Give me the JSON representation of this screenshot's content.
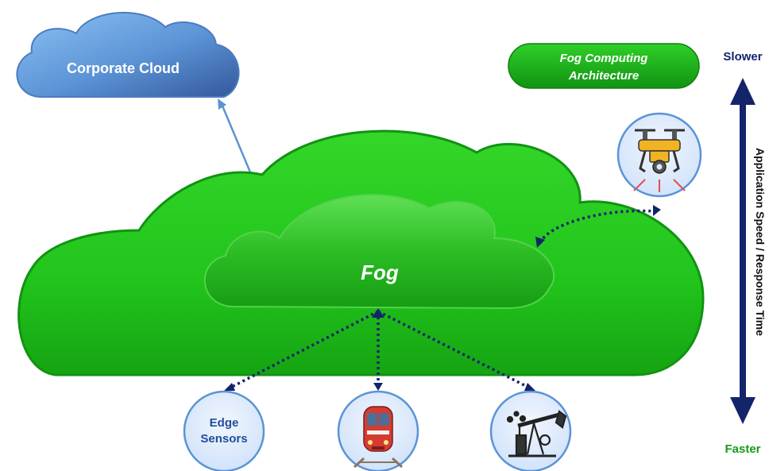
{
  "labels": {
    "corporate_cloud": "Corporate Cloud",
    "fog": "Fog",
    "legend_line1": "Fog Computing",
    "legend_line2": "Architecture",
    "slower": "Slower",
    "faster": "Faster",
    "axis_label": "Application Speed / Response Time",
    "edge_line1": "Edge",
    "edge_line2": "Sensors"
  },
  "icons": {
    "drone": "drone-icon",
    "train": "train-icon",
    "oil_pump": "oil-pump-icon"
  },
  "colors": {
    "fog_green": "#22c51c",
    "fog_green_dark": "#129a10",
    "corporate_blue": "#5b93d6",
    "navy": "#13246b",
    "node_fill": "#dde9fb",
    "node_stroke": "#5b93d6",
    "text_blue": "#1f4e9c",
    "text_green": "#149a1a"
  }
}
